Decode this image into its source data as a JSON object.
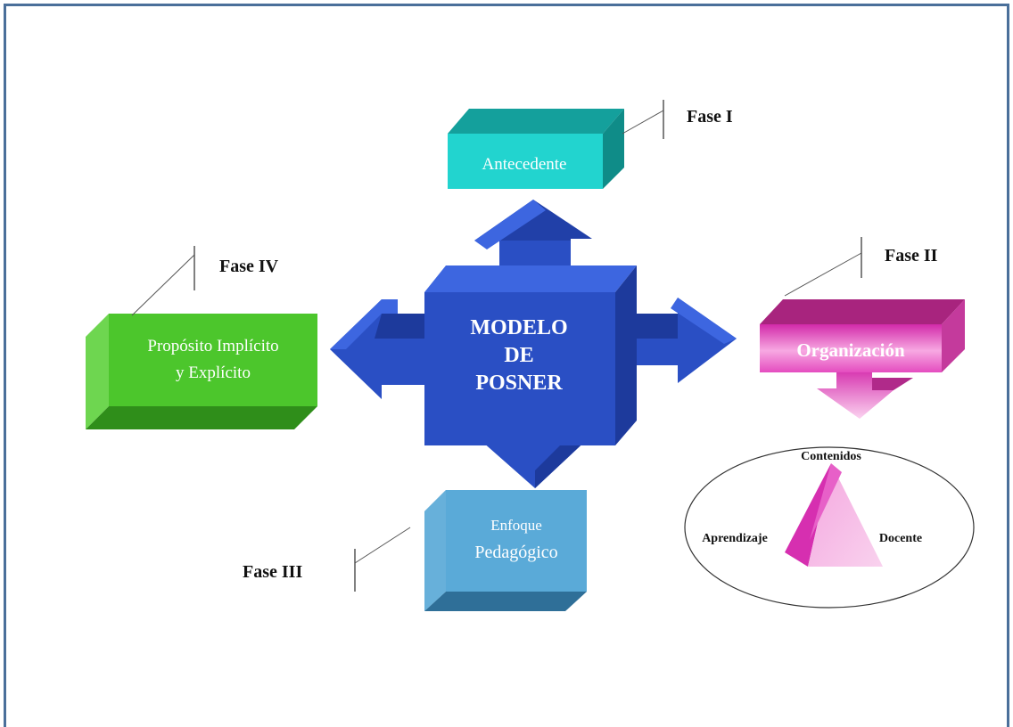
{
  "center": {
    "line1": "MODELO",
    "line2": "DE",
    "line3": "POSNER"
  },
  "phases": {
    "fase1": {
      "tag": "Fase I",
      "box": "Antecedente"
    },
    "fase2": {
      "tag": "Fase II",
      "box": "Organización"
    },
    "fase3": {
      "tag": "Fase III",
      "box_line1": "Enfoque",
      "box_line2": "Pedagógico"
    },
    "fase4": {
      "tag": "Fase IV",
      "box_line1": "Propósito Implícito",
      "box_line2": "y Explícito"
    }
  },
  "triangle": {
    "top": "Contenidos",
    "left": "Aprendizaje",
    "right": "Docente"
  },
  "colors": {
    "center": "#2a4fc4",
    "antecedente": "#1fc9c4",
    "organizacion": "#e040b8",
    "enfoque": "#5aa9d8",
    "proposito": "#4cc62c",
    "frame": "#4a6f9a"
  }
}
